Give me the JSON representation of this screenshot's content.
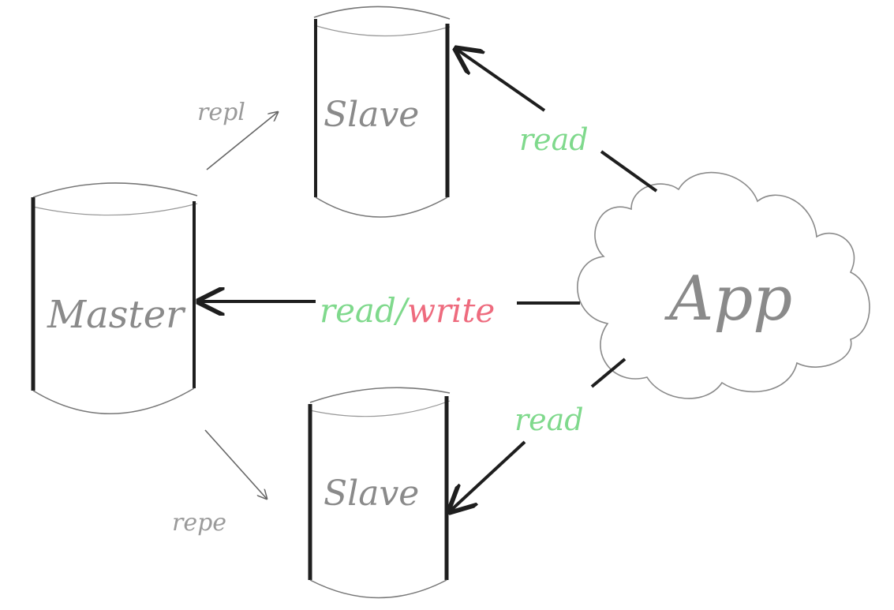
{
  "nodes": {
    "master": {
      "label": "Master"
    },
    "slave_top": {
      "label": "Slave"
    },
    "slave_bottom": {
      "label": "Slave"
    },
    "app": {
      "label": "App"
    }
  },
  "edges": {
    "repl_top": {
      "label": "repl"
    },
    "repl_bottom": {
      "label": "repe"
    },
    "read_top": {
      "label": "read"
    },
    "read_bottom": {
      "label": "read"
    },
    "rw_read": {
      "label": "read/"
    },
    "rw_write": {
      "label": "write"
    }
  },
  "colors": {
    "stroke": "#2a2a2a",
    "read": "#7fd98c",
    "write": "#ee6b7e",
    "outline": "#7a7a7a"
  }
}
